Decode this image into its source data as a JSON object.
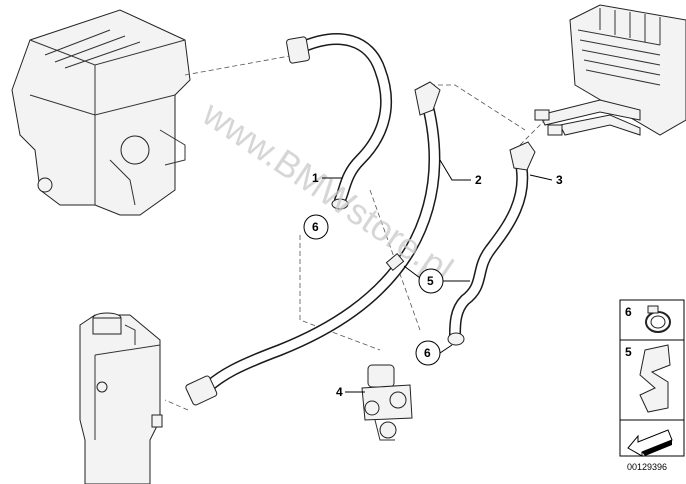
{
  "callouts": [
    {
      "id": "1",
      "label": "1"
    },
    {
      "id": "2",
      "label": "2"
    },
    {
      "id": "3",
      "label": "3"
    },
    {
      "id": "4",
      "label": "4"
    },
    {
      "id": "5",
      "label": "5"
    },
    {
      "id": "5b",
      "label": "5"
    },
    {
      "id": "6",
      "label": "6"
    },
    {
      "id": "6b",
      "label": "6"
    },
    {
      "id": "6c",
      "label": "6"
    }
  ],
  "legend": {
    "item6": "6",
    "item5": "5"
  },
  "watermark": "www.BMWstore.pl",
  "diagram_number": "00129396"
}
